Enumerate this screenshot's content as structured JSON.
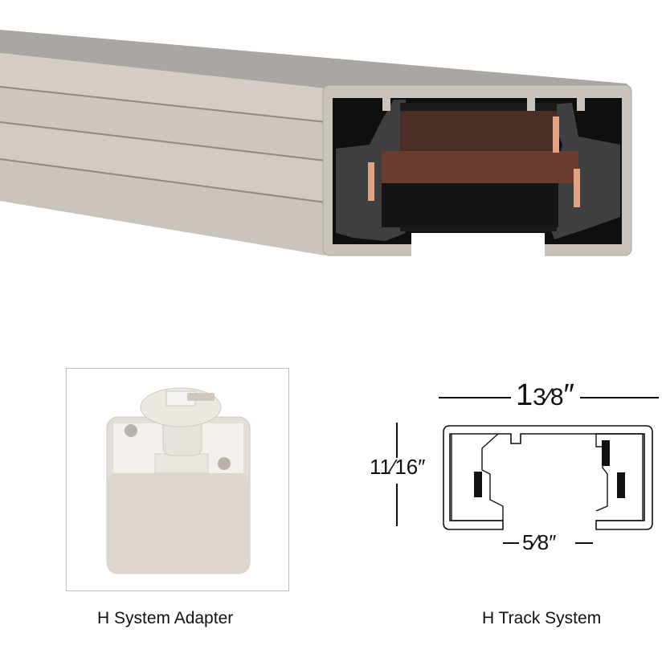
{
  "products": {
    "track": {
      "image_alt": "H track cross-section photo",
      "colors": {
        "housing": "#c9c3bb",
        "housing_dark": "#a9a5a2",
        "insulator": "#3c3c3e",
        "copper": "#8a4a36",
        "copper_edge": "#e0a080",
        "interior": "#111111"
      }
    },
    "adapter": {
      "caption": "H System Adapter",
      "colors": {
        "body": "#e6e1da",
        "body_shade": "#d8d2ca",
        "screw": "#b8b2aa"
      }
    },
    "diagram": {
      "caption": "H Track System",
      "width_label_whole": "1",
      "width_label_fraction": "3⁄8",
      "width_label_unit": "″",
      "height_label_fraction": "11⁄16",
      "height_label_unit": "″",
      "opening_label_fraction": "5⁄8",
      "opening_label_unit": "″"
    }
  }
}
